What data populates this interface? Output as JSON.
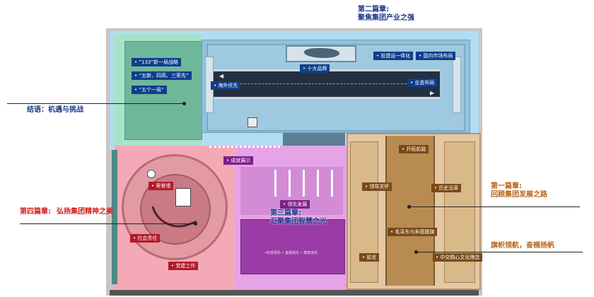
{
  "chapters": {
    "ch1": [
      "第一篇章:",
      "回顾集团发展之路"
    ],
    "ch2": [
      "第二篇章:",
      "聚焦集团产业之强"
    ],
    "ch3": [
      "第三篇章:",
      "汇聚集团智慧之光"
    ],
    "ch4": [
      "第四篇章:",
      "弘扬集团精神之美"
    ],
    "end": "结语：机遇与挑战",
    "slogan": "旗帜领航，奋楫扬帆"
  },
  "green_zone": {
    "items": [
      "“133”新一局战略",
      "“五新、四高、三率先”",
      "“五个一局”"
    ]
  },
  "blue_zone": {
    "brand": "十大品牌",
    "items": [
      "投建运一体化",
      "国内市场布局",
      "海外优先",
      "业态布局"
    ]
  },
  "pink_zone": {
    "items": [
      "荣誉墙",
      "社会责任",
      "党建工作"
    ]
  },
  "purple_zone": {
    "items": [
      "成就展示",
      "领先发展"
    ],
    "screen_text": "•科技领先 • 金融领先 • 数智领先"
  },
  "brown_zone": {
    "items": [
      "开拓前路",
      "领导关怀",
      "历史沿革",
      "毛泽东与朱德题旗",
      "前言",
      "中交精心文化理念"
    ]
  },
  "colors": {
    "heading_blue": "#1d3a8a",
    "heading_red": "#d81e1e",
    "heading_orange": "#b8651a",
    "green": "#a8e0c8",
    "blue": "#a8d4ee",
    "pink": "#f4a8b6",
    "purple": "#e7a2e8",
    "brown": "#e7c9a3"
  }
}
